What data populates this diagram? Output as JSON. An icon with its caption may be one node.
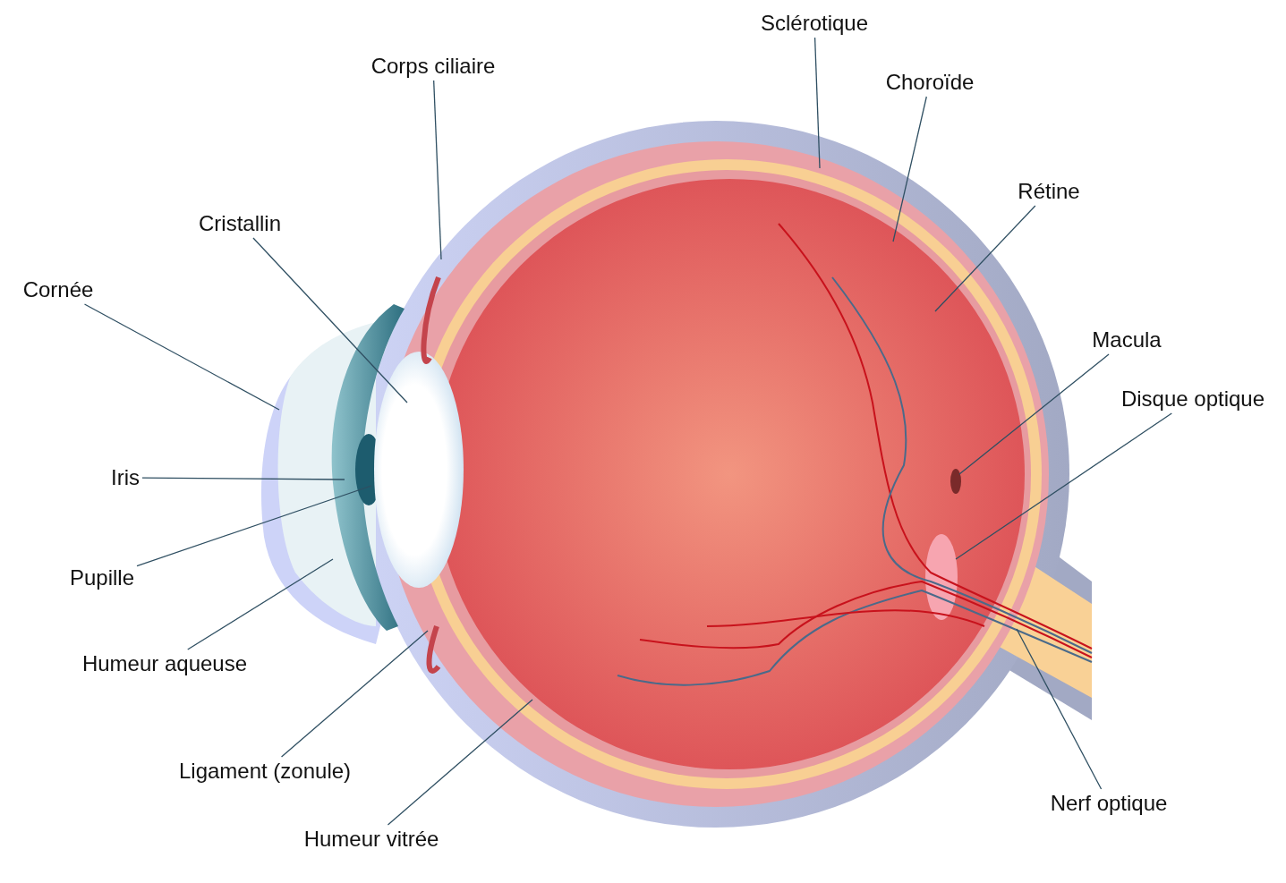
{
  "diagram": {
    "nodes": [
      {
        "text": [
          "Sclérotique"
        ]
      },
      {
        "text": [
          "Corps ciliaire"
        ]
      },
      {
        "text": [
          "Choroïde"
        ]
      },
      {
        "text": [
          "Rétine"
        ]
      },
      {
        "text": [
          "Cristallin"
        ]
      },
      {
        "text": [
          "Cornée"
        ]
      },
      {
        "text": [
          "Macula"
        ]
      },
      {
        "text": [
          "Disque optique"
        ]
      },
      {
        "text": [
          "Iris"
        ]
      },
      {
        "text": [
          "Pupille"
        ]
      },
      {
        "text": [
          "Humeur aqueuse"
        ]
      },
      {
        "text": [
          "Ligament (zonule)"
        ]
      },
      {
        "text": [
          "Nerf optique"
        ]
      },
      {
        "text": [
          "Humeur vitrée"
        ]
      }
    ],
    "edges": [
      {
        "from": 0,
        "to": null,
        "arrow": "none"
      },
      {
        "from": 1,
        "to": null,
        "arrow": "none"
      },
      {
        "from": 2,
        "to": null,
        "arrow": "none"
      },
      {
        "from": 3,
        "to": null,
        "arrow": "none"
      },
      {
        "from": 4,
        "to": null,
        "arrow": "none"
      },
      {
        "from": 5,
        "to": null,
        "arrow": "none"
      },
      {
        "from": 6,
        "to": null,
        "arrow": "none"
      },
      {
        "from": 7,
        "to": null,
        "arrow": "none"
      },
      {
        "from": 8,
        "to": null,
        "arrow": "none"
      },
      {
        "from": 9,
        "to": null,
        "arrow": "none"
      },
      {
        "from": 10,
        "to": null,
        "arrow": "none"
      },
      {
        "from": 11,
        "to": null,
        "arrow": "none"
      },
      {
        "from": 12,
        "to": null,
        "arrow": "none"
      },
      {
        "from": 13,
        "to": null,
        "arrow": "none"
      }
    ]
  }
}
